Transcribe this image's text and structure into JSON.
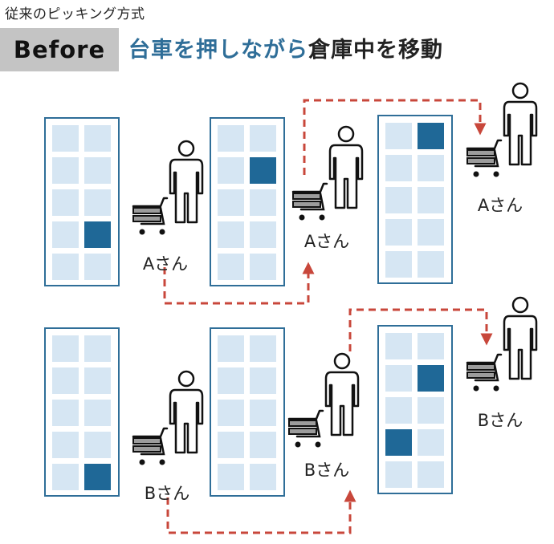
{
  "header": {
    "subtitle": "従来のピッキング方式",
    "badge": "Before",
    "headline_highlight": "台車を押しながら",
    "headline_rest": "倉庫中を移動"
  },
  "workers": {
    "a_label": "Aさん",
    "b_label": "Bさん"
  },
  "colors": {
    "shelf_border": "#2f6e98",
    "shelf_slot": "#d6e6f3",
    "shelf_slot_picked": "#1f6897",
    "route_arrow": "#c8473b",
    "headline_accent": "#2f6e98",
    "badge_bg": "#c4c4c4"
  }
}
